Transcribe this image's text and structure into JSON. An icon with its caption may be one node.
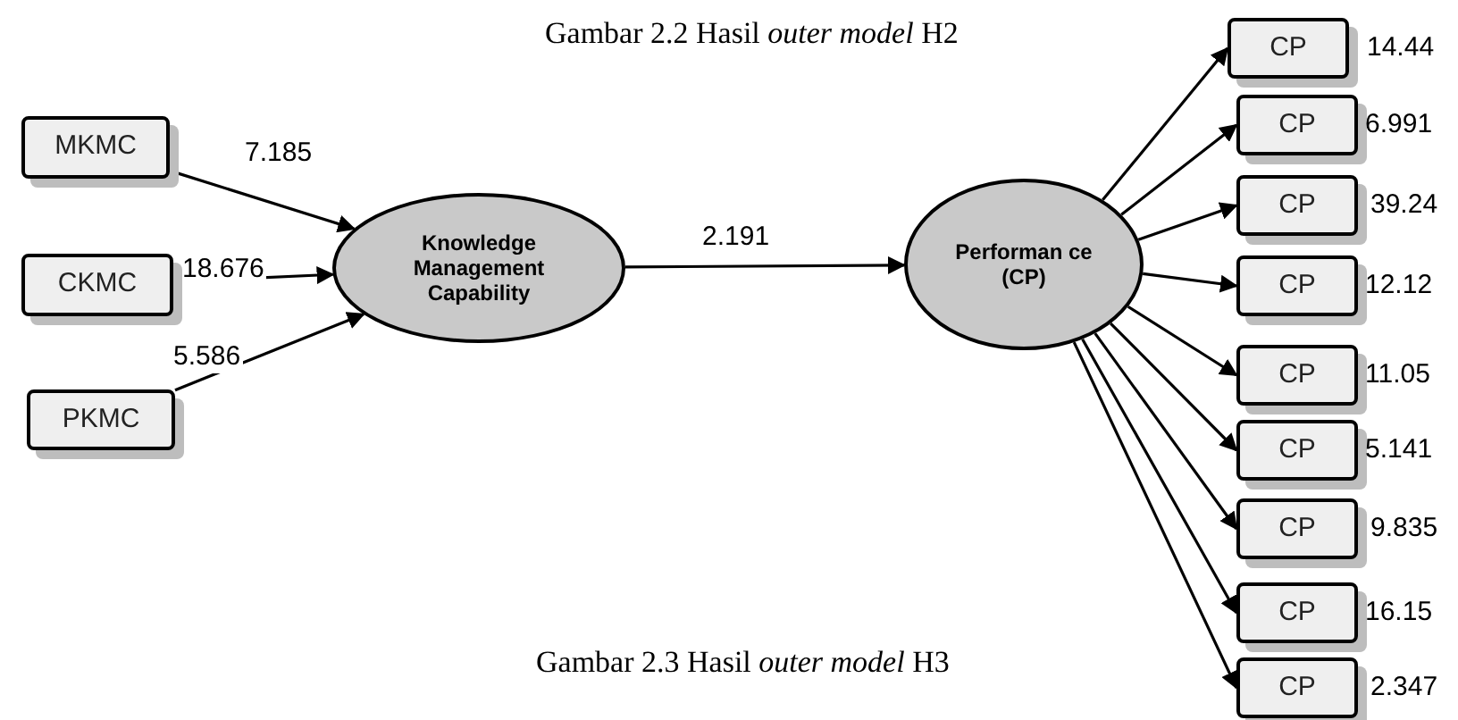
{
  "diagram": {
    "caption": "Gambar 2.3 Hasil *outer model* H3",
    "nodes": [
      {
        "text": [
          "MKMC"
        ]
      },
      {
        "text": [
          "CKMC"
        ]
      },
      {
        "text": [
          "PKMC"
        ]
      },
      {
        "text": [
          "Knowledge Management Capability"
        ]
      },
      {
        "text": [
          "Performan ce (CP)"
        ]
      },
      {
        "text": [
          "CP"
        ],
        "beside": [
          "14.44"
        ]
      },
      {
        "text": [
          "CP"
        ],
        "beside": [
          "6.991"
        ]
      },
      {
        "text": [
          "CP"
        ],
        "beside": [
          "39.24"
        ]
      },
      {
        "text": [
          "CP"
        ],
        "beside": [
          "12.12"
        ]
      },
      {
        "text": [
          "CP"
        ],
        "beside": [
          "11.05"
        ]
      },
      {
        "text": [
          "CP"
        ],
        "beside": [
          "5.141"
        ]
      },
      {
        "text": [
          "CP"
        ],
        "beside": [
          "9.835"
        ]
      },
      {
        "text": [
          "CP"
        ],
        "beside": [
          "16.15"
        ]
      },
      {
        "text": [
          "CP"
        ],
        "beside": [
          "2.347"
        ]
      }
    ],
    "edges": [
      {
        "from": 0,
        "to": 3,
        "arrow": "to",
        "label": "7.185"
      },
      {
        "from": 1,
        "to": 3,
        "arrow": "to",
        "label": "18.676"
      },
      {
        "from": 2,
        "to": 3,
        "arrow": "to",
        "label": "5.586"
      },
      {
        "from": 3,
        "to": 4,
        "arrow": "to",
        "label": "2.191"
      },
      {
        "from": 4,
        "to": 5,
        "arrow": "to"
      },
      {
        "from": 4,
        "to": 6,
        "arrow": "to"
      },
      {
        "from": 4,
        "to": 7,
        "arrow": "to"
      },
      {
        "from": 4,
        "to": 8,
        "arrow": "to"
      },
      {
        "from": 4,
        "to": 9,
        "arrow": "to"
      },
      {
        "from": 4,
        "to": 10,
        "arrow": "to"
      },
      {
        "from": 4,
        "to": 11,
        "arrow": "to"
      },
      {
        "from": 4,
        "to": 12,
        "arrow": "to"
      },
      {
        "from": 4,
        "to": 13,
        "arrow": "to"
      }
    ],
    "labels": [
      "Gambar 2.2 Hasil *outer model* H2"
    ]
  }
}
